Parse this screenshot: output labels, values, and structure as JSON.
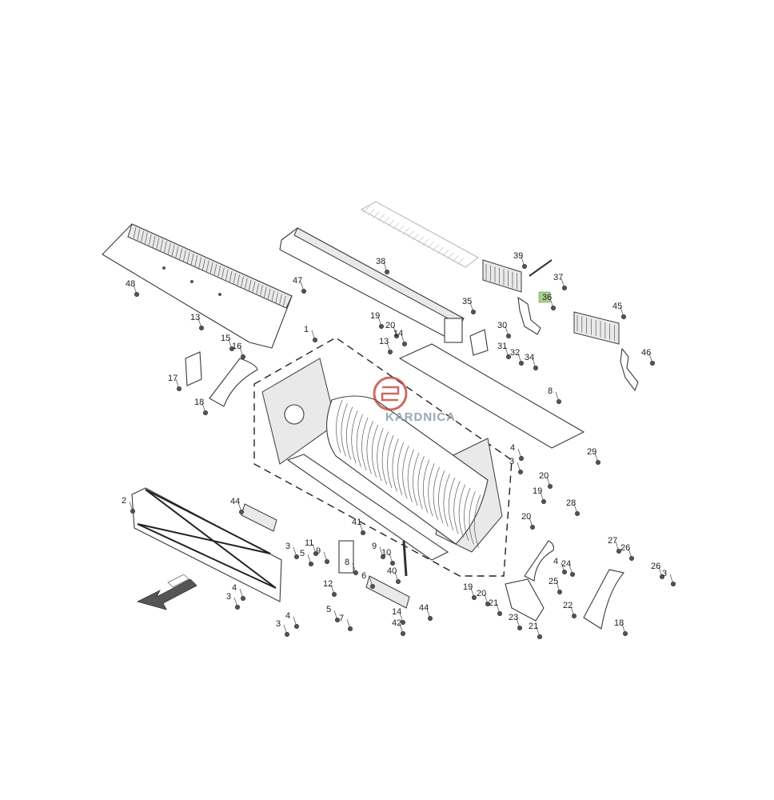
{
  "diagram": {
    "type": "exploded-parts-diagram",
    "highlighted_callout": "36",
    "callouts": [
      "1",
      "2",
      "3",
      "3",
      "3",
      "3",
      "3",
      "4",
      "4",
      "4",
      "4",
      "5",
      "5",
      "6",
      "7",
      "8",
      "8",
      "9",
      "9",
      "10",
      "11",
      "12",
      "13",
      "13",
      "14",
      "14",
      "15",
      "16",
      "17",
      "18",
      "18",
      "19",
      "19",
      "19",
      "20",
      "20",
      "20",
      "20",
      "21",
      "21",
      "22",
      "23",
      "24",
      "25",
      "26",
      "26",
      "27",
      "28",
      "29",
      "30",
      "31",
      "32",
      "34",
      "35",
      "36",
      "37",
      "38",
      "39",
      "40",
      "41",
      "42",
      "44",
      "44",
      "45",
      "46",
      "47",
      "48"
    ],
    "watermark": {
      "text": "KARDNICA",
      "description": "red circular logo with a letter mark"
    },
    "colors": {
      "line": "#3a3a3a",
      "highlight": "#a8d08d",
      "watermark_red": "#c0392b"
    }
  }
}
